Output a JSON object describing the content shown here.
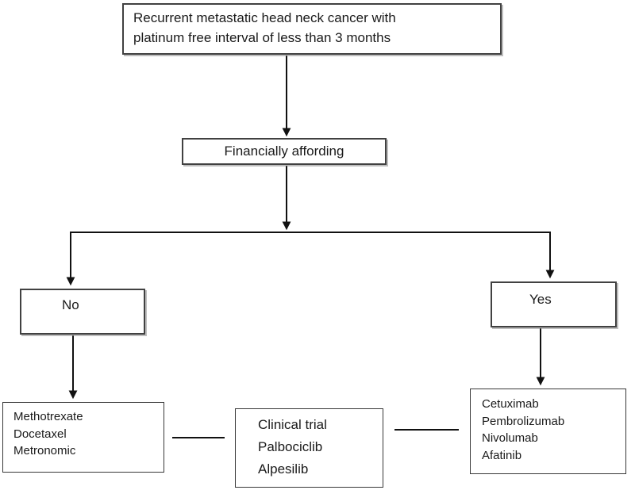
{
  "flowchart": {
    "title_box": {
      "lines": [
        "Recurrent metastatic head neck cancer with",
        "platinum free interval of less than 3 months"
      ]
    },
    "decision_box": {
      "label": "Financially affording"
    },
    "no_box": {
      "label": "No"
    },
    "yes_box": {
      "label": "Yes"
    },
    "no_treatments_box": {
      "lines": [
        "Methotrexate",
        "Docetaxel",
        "Metronomic"
      ]
    },
    "clinical_trial_box": {
      "lines": [
        "Clinical trial",
        "Palbociclib",
        "Alpesilib"
      ]
    },
    "yes_treatments_box": {
      "lines": [
        "Cetuximab",
        "Pembrolizumab",
        "Nivolumab",
        "Afatinib"
      ]
    },
    "edges": [
      {
        "from": "title_box",
        "to": "decision_box",
        "type": "arrow"
      },
      {
        "from": "decision_box",
        "to": "branch",
        "type": "arrow"
      },
      {
        "from": "branch",
        "to": "no_box",
        "type": "arrow"
      },
      {
        "from": "branch",
        "to": "yes_box",
        "type": "arrow"
      },
      {
        "from": "no_box",
        "to": "no_treatments_box",
        "type": "arrow"
      },
      {
        "from": "yes_box",
        "to": "yes_treatments_box",
        "type": "arrow"
      },
      {
        "from": "no_treatments_box",
        "to": "clinical_trial_box",
        "type": "line"
      },
      {
        "from": "clinical_trial_box",
        "to": "yes_treatments_box",
        "type": "line"
      }
    ],
    "colors": {
      "background": "#ffffff",
      "line": "#111111",
      "box_border": "#3c3c3c",
      "text": "#1a1a1a"
    }
  }
}
